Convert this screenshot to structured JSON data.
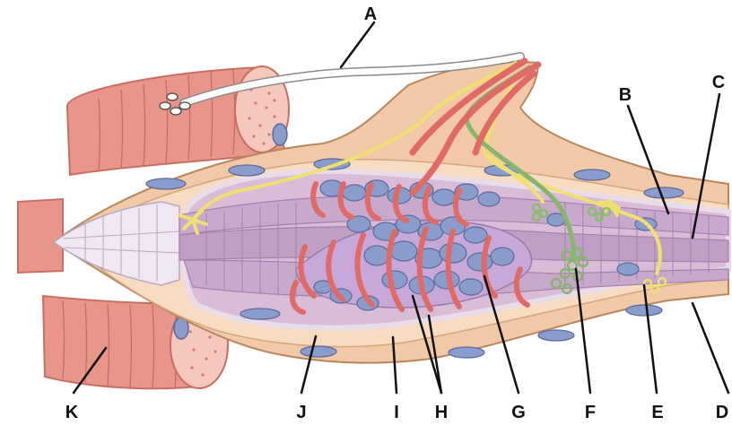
{
  "labels": {
    "A": "A",
    "B": "B",
    "C": "C",
    "D": "D",
    "E": "E",
    "F": "F",
    "G": "G",
    "H": "H",
    "I": "I",
    "J": "J",
    "K": "K"
  },
  "colors": {
    "extrafusal_fiber": "#e8968a",
    "extrafusal_edge": "#c86e62",
    "capsule": "#f2c9a6",
    "capsule_edge": "#b8865c",
    "intrafusal": "#c8a8cc",
    "intrafusal_dark": "#a581ac",
    "nucleus": "#8a9ccc",
    "sensory_spiral": "#e06a66",
    "gamma_nerve": "#f0e070",
    "green_nerve": "#86b66c",
    "white_nerve": "#ffffff"
  }
}
